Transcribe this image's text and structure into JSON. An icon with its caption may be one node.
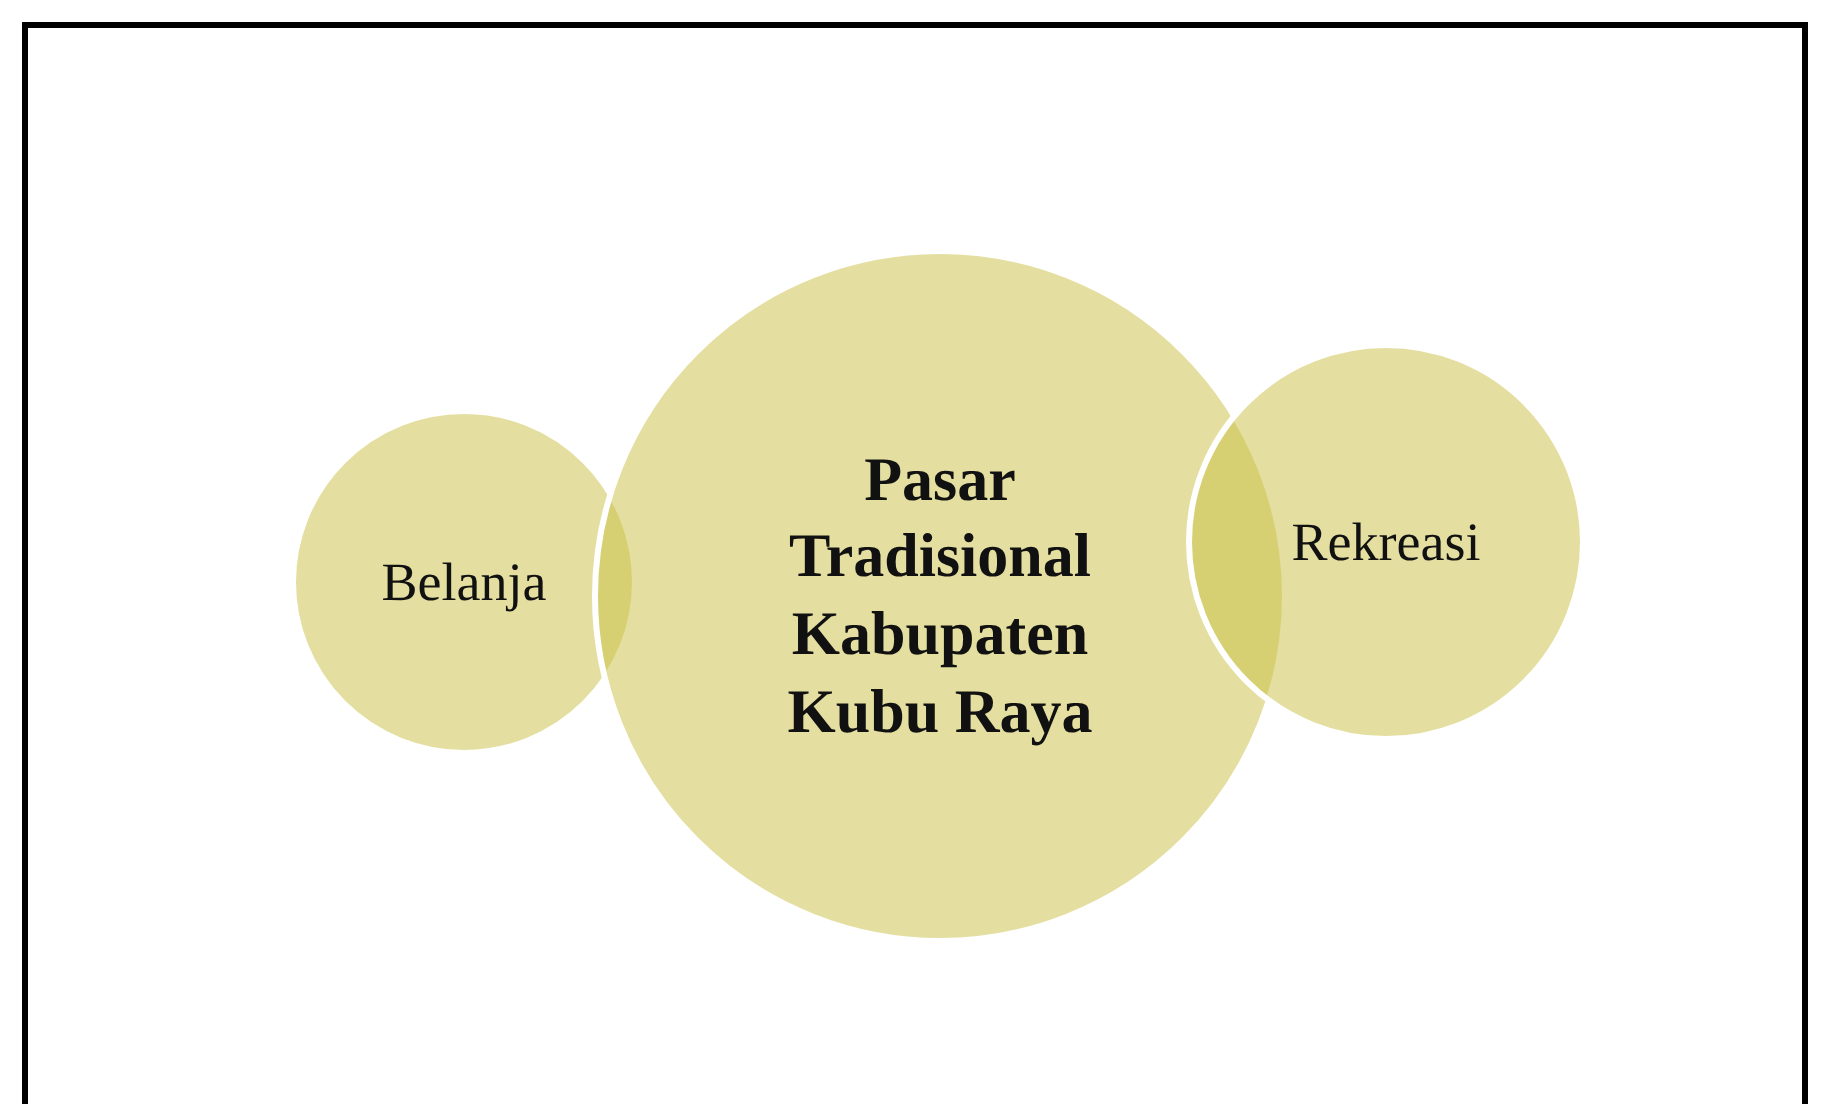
{
  "diagram": {
    "nodes": [
      {
        "text": [
          "Belanja"
        ]
      },
      {
        "text": [
          "Pasar Tradisional Kabupaten Kubu Raya"
        ]
      },
      {
        "text": [
          "Rekreasi"
        ]
      }
    ]
  }
}
